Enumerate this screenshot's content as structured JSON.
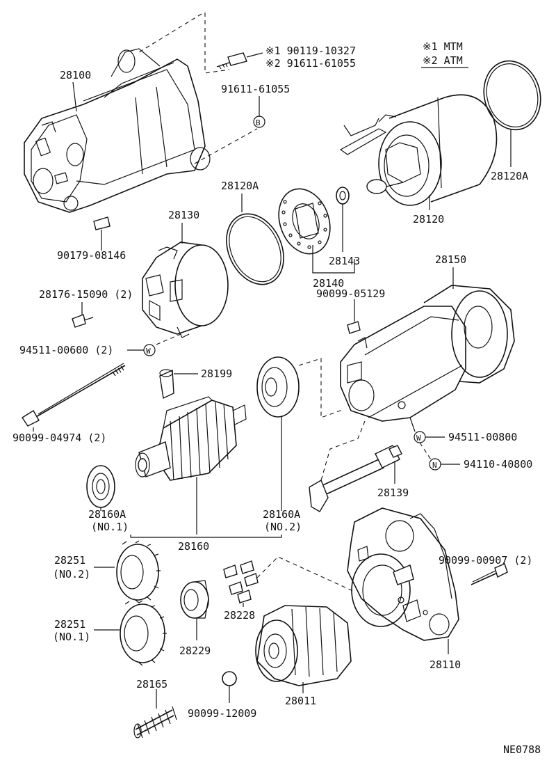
{
  "legend": {
    "mtm": "※1 MTM",
    "atm": "※2 ATM"
  },
  "diagram_code": "NE0788",
  "labels": {
    "screw_mtm": "※1 90119-10327",
    "screw_atm": "※2 91611-61055",
    "starter_assy": "28100",
    "bolt_b": "91611-61055",
    "mark_b": "B",
    "mark_w": "W",
    "mark_n": "N",
    "oring_upper": "28120A",
    "field_frame": "28120",
    "oring_lower": "28120A",
    "commutator_frame": "28130",
    "brush_holder": "28140",
    "bearing_small": "28143",
    "clip_90179": "90179-08146",
    "screw_28176": "28176-15090 (2)",
    "washer_94511_600": "94511-00600 (2)",
    "plunger_28199": "28199",
    "through_bolt": "90099-04974 (2)",
    "yoke_28150": "28150",
    "clip_90099_05129": "90099-05129",
    "washer_94511_800": "94511-00800",
    "nut_94110": "94110-40800",
    "lead_28139": "28139",
    "bearing_no1": "28160A",
    "bearing_no1_sub": "(NO.1)",
    "bearing_no2": "28160A",
    "bearing_no2_sub": "(NO.2)",
    "armature": "28160",
    "gear_no2": "28251",
    "gear_no2_sub": "(NO.2)",
    "gear_no1": "28251",
    "gear_no1_sub": "(NO.1)",
    "retainer_28229": "28229",
    "rollers_28228": "28228",
    "clutch_28011": "28011",
    "housing_28110": "28110",
    "bolt_90099_907": "90099-00907 (2)",
    "spring_28165": "28165",
    "ball_90099_12009": "90099-12009"
  }
}
